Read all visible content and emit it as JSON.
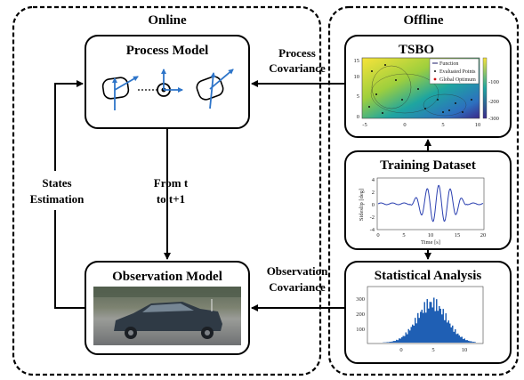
{
  "regions": {
    "online": "Online",
    "offline": "Offline"
  },
  "boxes": {
    "process_model": "Process Model",
    "observation_model": "Observation Model",
    "tsbo": "TSBO",
    "training_dataset": "Training Dataset",
    "statistical_analysis": "Statistical Analysis"
  },
  "arrow_labels": {
    "process_covariance_1": "Process",
    "process_covariance_2": "Covariance",
    "observation_covariance_1": "Observation",
    "observation_covariance_2": "Covariance",
    "states_estimation_1": "States",
    "states_estimation_2": "Estimation",
    "from_t_1": "From t",
    "from_t_2": "to t+1"
  },
  "tsbo_plot": {
    "legend": [
      "Function",
      "Evaluated Points",
      "Global Optimum"
    ],
    "y_ticks": [
      "15",
      "10",
      "5",
      "0"
    ],
    "x_ticks": [
      "-5",
      "0",
      "5",
      "10"
    ],
    "colorbar_ticks": [
      "-100",
      "-200",
      "-300"
    ],
    "colors": {
      "low": "#3b2a8a",
      "mid": "#1ea5a0",
      "high": "#f7e33a"
    }
  },
  "training_plot": {
    "ylabel": "Sideslip [deg]",
    "xlabel": "Time [s]",
    "y_ticks": [
      "4",
      "2",
      "0",
      "-2",
      "-4"
    ],
    "x_ticks": [
      "0",
      "5",
      "10",
      "15",
      "20"
    ],
    "line_color": "#2a3fb0"
  },
  "stats_plot": {
    "y_ticks": [
      "300",
      "200",
      "100"
    ],
    "x_ticks": [
      "0",
      "5",
      "10"
    ],
    "bar_color": "#1f5fb4"
  },
  "colors": {
    "arrow": "#000000",
    "box_border": "#000000",
    "region_border": "#000000",
    "vehicle_arrow": "#2e75c9",
    "car_body": "#2f3a45",
    "car_road": "#8a8c8e"
  }
}
